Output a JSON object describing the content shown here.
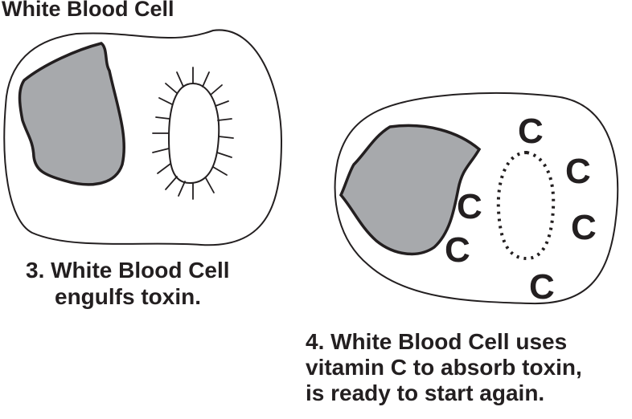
{
  "title": "White Blood Cell",
  "step3": {
    "line1": "3. White Blood Cell",
    "line2": "engulfs toxin."
  },
  "step4": {
    "line1": "4. White Blood Cell uses",
    "line2": "vitamin C to absorb toxin,",
    "line3": "is ready to start again."
  },
  "vitamin_label": "C",
  "colors": {
    "ink": "#231f20",
    "nucleus_fill": "#a7a9ac",
    "background": "#ffffff"
  }
}
